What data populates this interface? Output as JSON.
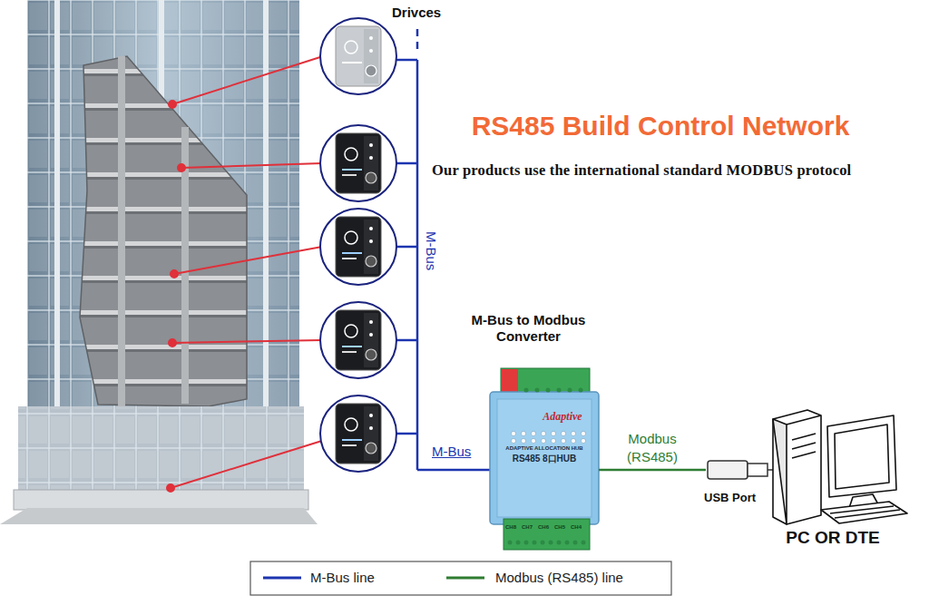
{
  "diagram": {
    "title": "RS485 Build Control Network",
    "caption": "Our products use the international standard MODBUS protocol",
    "nodes": [
      {
        "text": [
          "M-Bus to Modbus Converter",
          "Adaptive",
          "ADAPTIVE ALLOCATION HUB",
          "RS485 8口HUB"
        ]
      },
      {
        "text": [
          "PC OR DTE"
        ]
      }
    ],
    "edges": [
      {
        "from": 0,
        "to": 1,
        "arrow": "none",
        "label": "Modbus (RS485)"
      }
    ],
    "labels": [
      "Drivces",
      "M-Bus",
      "M-Bus",
      "USB Port",
      "CH8",
      "CH7",
      "CH6",
      "CH5",
      "CH4"
    ],
    "legend": [
      {
        "text": "M-Bus line"
      },
      {
        "text": "Modbus (RS485) line"
      }
    ]
  }
}
